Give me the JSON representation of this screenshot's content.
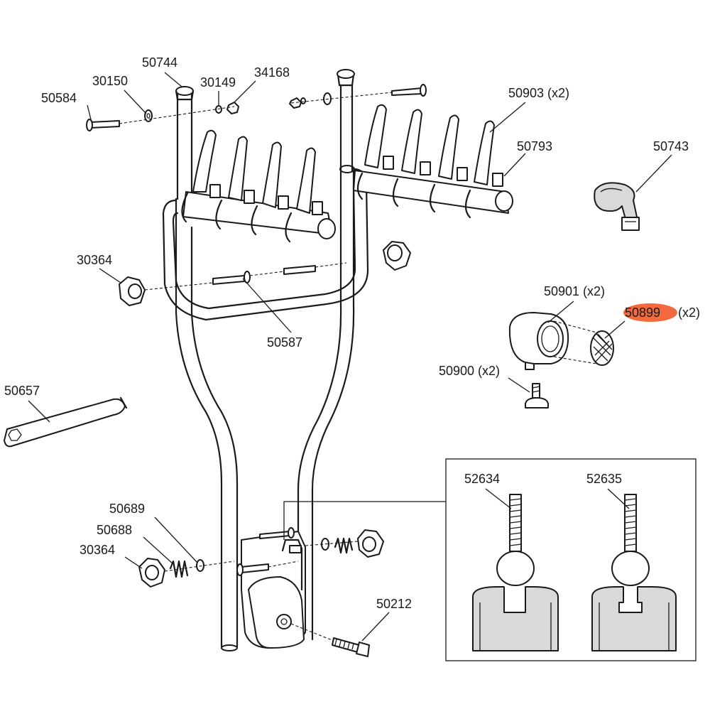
{
  "highlight_color": "#f26a3d",
  "parts": {
    "p50744": "50744",
    "p30150": "30150",
    "p30149": "30149",
    "p34168": "34168",
    "p50584": "50584",
    "p50903": "50903 (x2)",
    "p50793": "50793",
    "p50743": "50743",
    "p30364_top": "30364",
    "p50587": "50587",
    "p50901": "50901 (x2)",
    "p50899_num": "50899",
    "p50899_qty": "(x2)",
    "p50900": "50900 (x2)",
    "p50657": "50657",
    "p50689": "50689",
    "p50688": "50688",
    "p30364_bot": "30364",
    "p50212": "50212",
    "p52634": "52634",
    "p52635": "52635"
  }
}
